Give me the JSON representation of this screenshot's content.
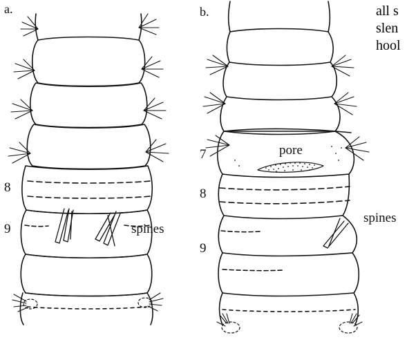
{
  "figure": {
    "panel_a": {
      "label": "a.",
      "segment_numbers": [
        "8",
        "9"
      ],
      "callout": "spines"
    },
    "panel_b": {
      "label": "b.",
      "segment_numbers": [
        "7",
        "8",
        "9"
      ],
      "callout_pore": "pore",
      "callout_spines": "spines"
    },
    "side_text_fragments": [
      "all s",
      "slen",
      "hool"
    ],
    "colors": {
      "ink": "#111111",
      "paper": "#ffffff"
    }
  }
}
